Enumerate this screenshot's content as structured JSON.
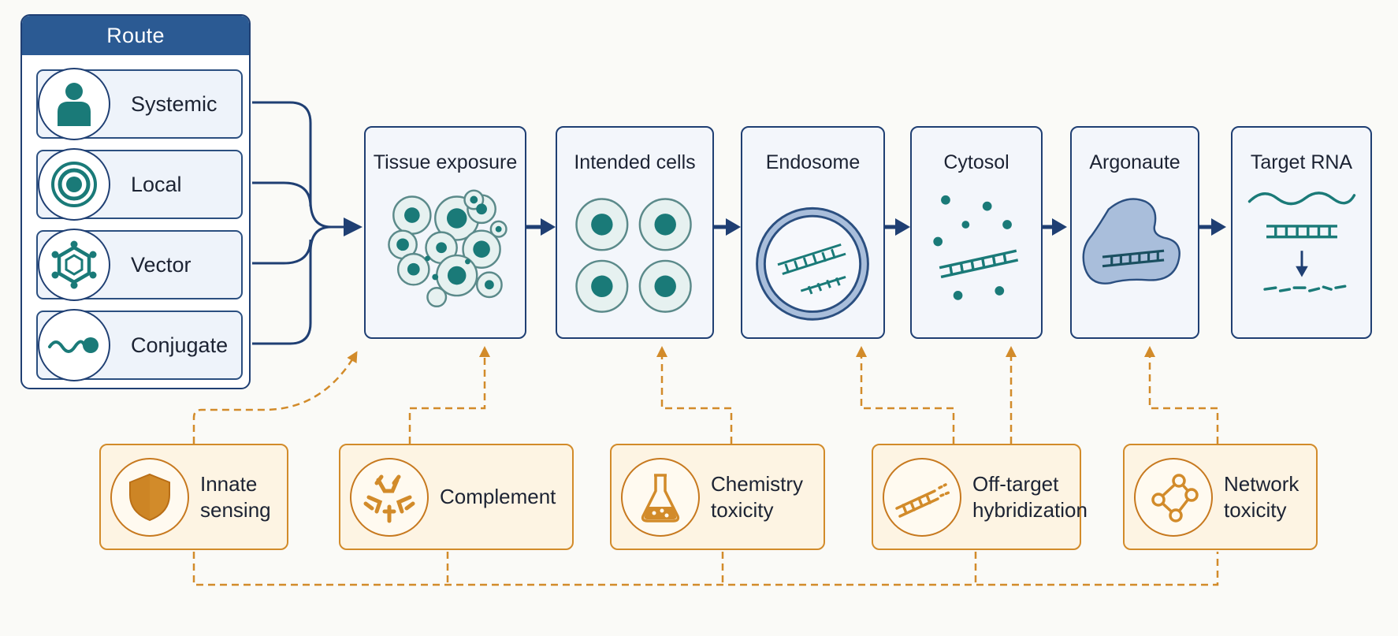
{
  "route": {
    "title": "Route",
    "items": [
      {
        "label": "Systemic",
        "icon": "person-icon"
      },
      {
        "label": "Local",
        "icon": "target-icon"
      },
      {
        "label": "Vector",
        "icon": "hexagon-molecule-icon"
      },
      {
        "label": "Conjugate",
        "icon": "conjugate-icon"
      }
    ]
  },
  "stages": [
    {
      "title": "Tissue exposure",
      "icon": "tissue-cells-icon"
    },
    {
      "title": "Intended cells",
      "icon": "cells-grid-icon"
    },
    {
      "title": "Endosome",
      "icon": "endosome-icon"
    },
    {
      "title": "Cytosol",
      "icon": "cytosol-icon"
    },
    {
      "title": "Argonaute",
      "icon": "argonaute-icon"
    },
    {
      "title": "Target RNA",
      "icon": "target-rna-icon"
    }
  ],
  "toxicities": [
    {
      "line1": "Innate",
      "line2": "sensing",
      "icon": "shield-icon"
    },
    {
      "line1": "Complement",
      "line2": "",
      "icon": "antibody-icon"
    },
    {
      "line1": "Chemistry",
      "line2": "toxicity",
      "icon": "flask-icon"
    },
    {
      "line1": "Off-target",
      "line2": "hybridization",
      "icon": "ladder-icon"
    },
    {
      "line1": "Network",
      "line2": "toxicity",
      "icon": "network-icon"
    }
  ],
  "colors": {
    "navy": "#1f3f73",
    "route_header": "#2b5a93",
    "teal": "#1a7a78",
    "orange": "#d28b2a",
    "orange_fill": "#fdf4e3",
    "stage_fill": "#f3f6fb"
  }
}
